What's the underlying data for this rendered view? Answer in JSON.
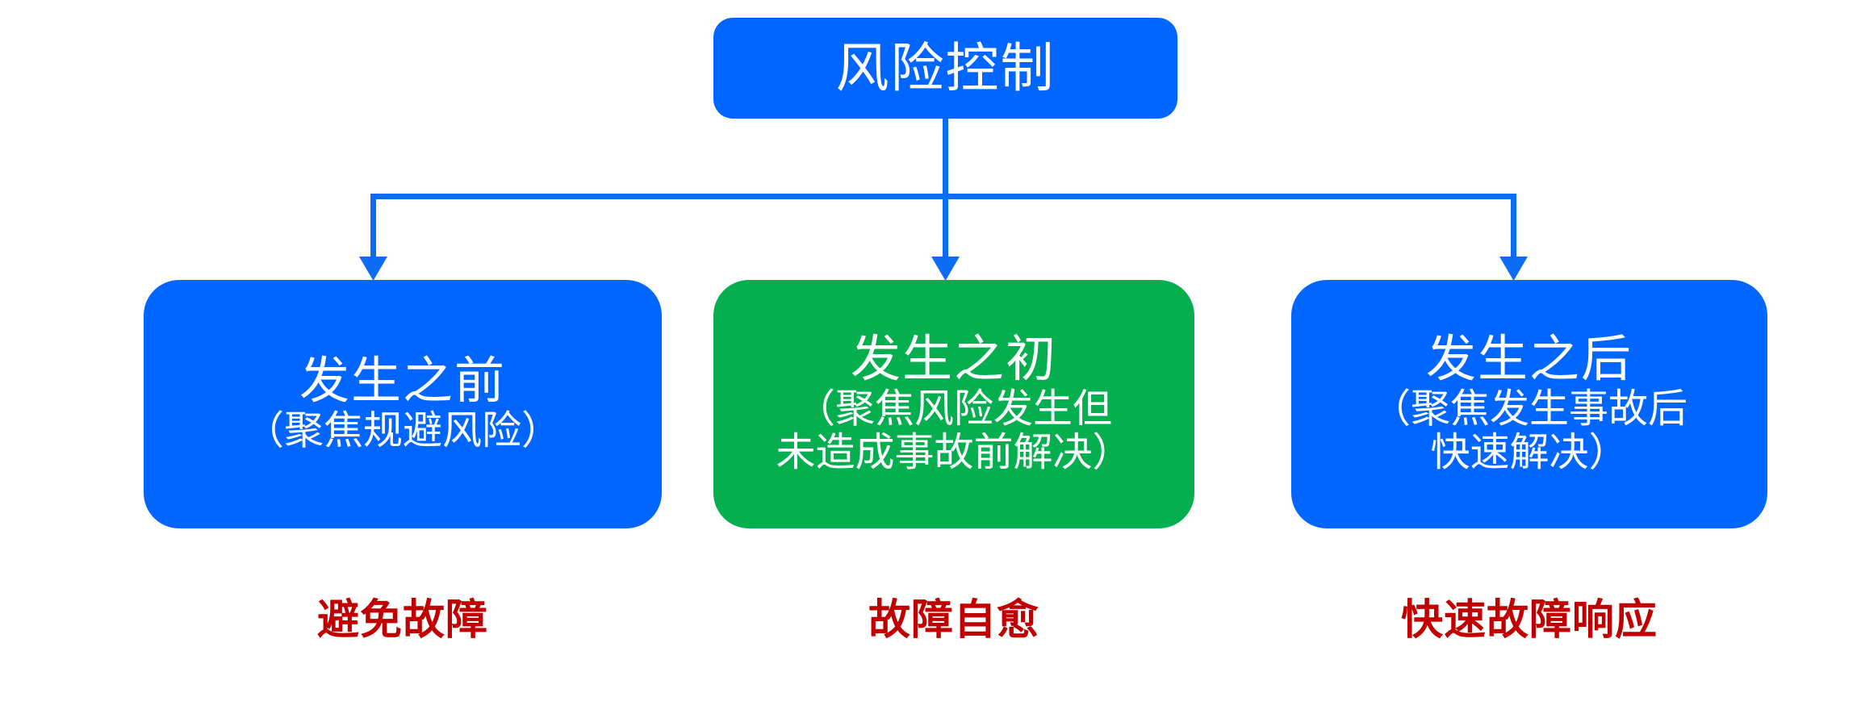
{
  "diagram": {
    "root": {
      "title": "风险控制",
      "color": "#0066ff",
      "text_color": "#ffffff"
    },
    "branches": [
      {
        "id": "before",
        "title": "发生之前",
        "subtitle": "（聚焦规避风险）",
        "color": "#0066ff",
        "caption": "避免故障"
      },
      {
        "id": "onset",
        "title": "发生之初",
        "subtitle": "（聚焦风险发生但\n未造成事故前解决）",
        "color": "#05ae4e",
        "caption": "故障自愈"
      },
      {
        "id": "after",
        "title": "发生之后",
        "subtitle": "（聚焦发生事故后\n快速解决）",
        "color": "#0066ff",
        "caption": "快速故障响应"
      }
    ],
    "caption_color": "#c00000",
    "connector_color": "#0c6cf2",
    "background": "#ffffff"
  }
}
